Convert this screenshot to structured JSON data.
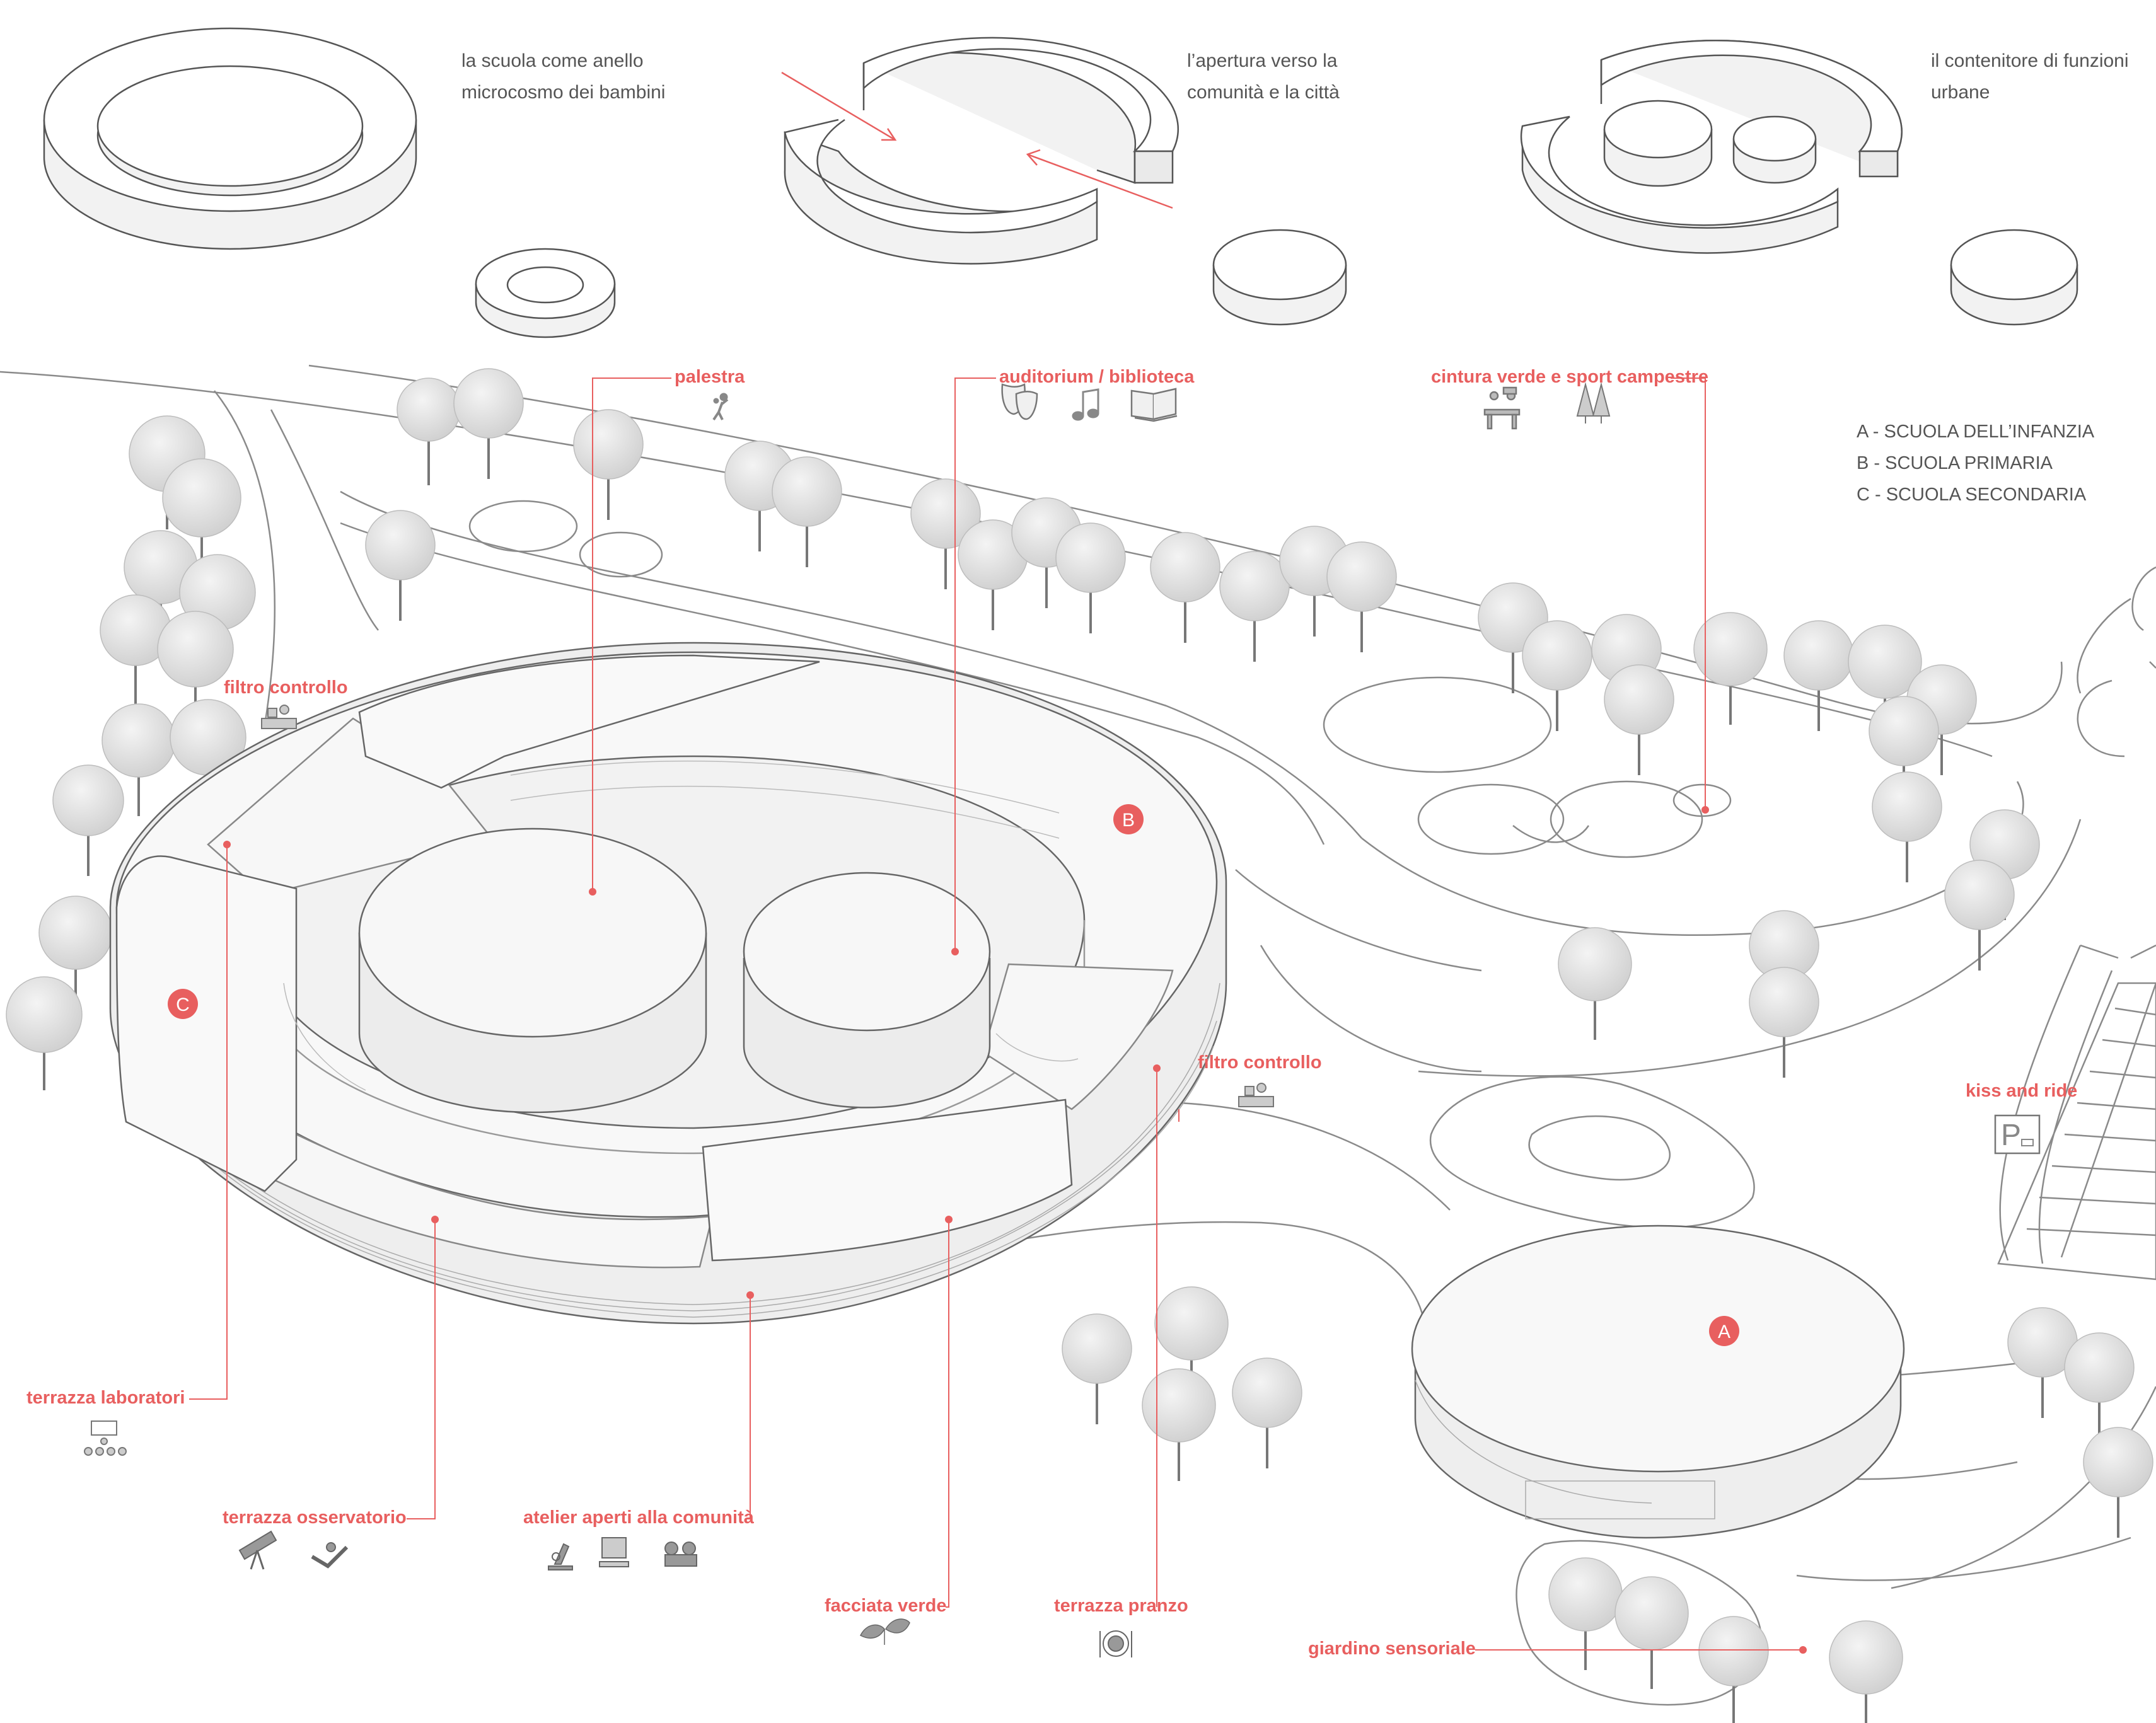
{
  "concepts": [
    {
      "line1": "la scuola come anello",
      "line2": "microcosmo dei bambini"
    },
    {
      "line1": "l’apertura verso la",
      "line2": "comunità e la città"
    },
    {
      "line1": "il contenitore di funzioni",
      "line2": "urbane"
    }
  ],
  "labels": {
    "palestra": "palestra",
    "auditorium": "auditorium / biblioteca",
    "cintura": "cintura verde e sport campestre",
    "filtro_1": "filtro controllo",
    "filtro_2": "filtro controllo",
    "kiss_and_ride": "kiss and ride",
    "terrazza_laboratori": "terrazza laboratori",
    "terrazza_osservatorio": "terrazza osservatorio",
    "atelier": "atelier aperti alla comunità",
    "facciata_verde": "facciata verde",
    "terrazza_pranzo": "terrazza pranzo",
    "giardino_sensoriale": "giardino sensoriale"
  },
  "legend": [
    "A - SCUOLA DELL’INFANZIA",
    "B - SCUOLA PRIMARIA",
    "C - SCUOLA SECONDARIA"
  ],
  "markers": {
    "a": "A",
    "b": "B",
    "c": "C"
  },
  "parking_sign": "P",
  "colors": {
    "accent": "#e85f5f",
    "line": "#8a8a8a",
    "text": "#555555",
    "tree": "#d9d9d9"
  },
  "icons": {
    "palestra": "volleyball-player-icon",
    "auditorium": [
      "theatre-masks-icon",
      "music-note-icon",
      "book-icon"
    ],
    "cintura": [
      "picnic-table-icon",
      "pine-trees-icon"
    ],
    "filtro": "reception-desk-icon",
    "kiss_and_ride": "parking-sign-icon",
    "terrazza_laboratori": "classroom-icon",
    "terrazza_osservatorio": [
      "telescope-icon",
      "stargazer-icon"
    ],
    "atelier": [
      "microscope-icon",
      "computer-icon",
      "projector-icon"
    ],
    "facciata_verde": "leaves-icon",
    "terrazza_pranzo": "plate-icon"
  }
}
